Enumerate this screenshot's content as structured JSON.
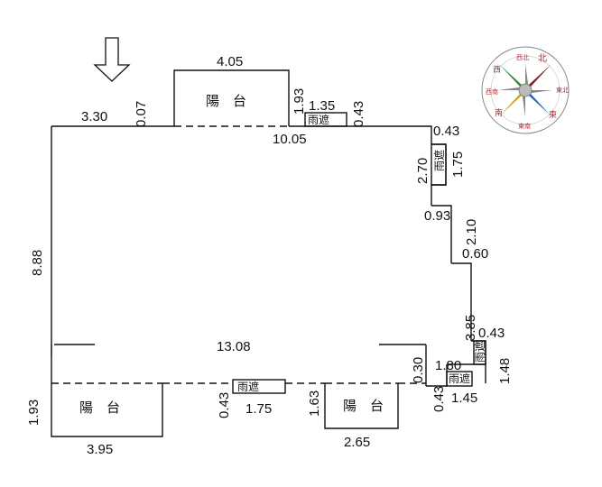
{
  "balconies": {
    "top": {
      "label": "陽　台",
      "width": "4.05",
      "depth": "1.93"
    },
    "bottom_left": {
      "label": "陽　台",
      "width": "3.95",
      "depth": "1.93"
    },
    "bottom_right": {
      "label": "陽　台",
      "width": "2.65",
      "depth": "1.63"
    }
  },
  "dimensions": {
    "top_left_span": "3.30",
    "top_left_step": "0.07",
    "top_rain_width": "1.35",
    "top_rain_depth": "0.43",
    "top_total": "10.05",
    "right_top_step": "0.43",
    "right_upper_a": "2.70",
    "right_upper_b": "1.75",
    "right_offset_a": "0.93",
    "right_mid_height": "2.10",
    "right_offset_b": "0.60",
    "right_lower_height": "3.85",
    "right_low_step": "0.43",
    "right_bottom_height": "1.48",
    "bottom_right_small": "0.30",
    "bottom_right_wide": "1.80",
    "bottom_right_depth": "0.43",
    "bottom_right_low": "1.45",
    "left_height": "8.88",
    "interior_width": "13.08",
    "bottom_rain_depth": "0.43",
    "bottom_rain_width": "1.75"
  },
  "labels": {
    "rain_top": "雨遮",
    "rain_right_upper": "雨遮",
    "rain_right_lower": "雨遮",
    "rain_bottom": "雨遮",
    "rain_bottom_right": "雨遮"
  },
  "compass": {
    "north": "北",
    "northwest": "西北",
    "west": "西",
    "southwest": "西南",
    "south": "南",
    "southeast": "東南",
    "east": "東",
    "northeast": "東北"
  },
  "icons": {
    "entry_arrow": "down-arrow-icon",
    "compass": "compass-rose-icon"
  }
}
